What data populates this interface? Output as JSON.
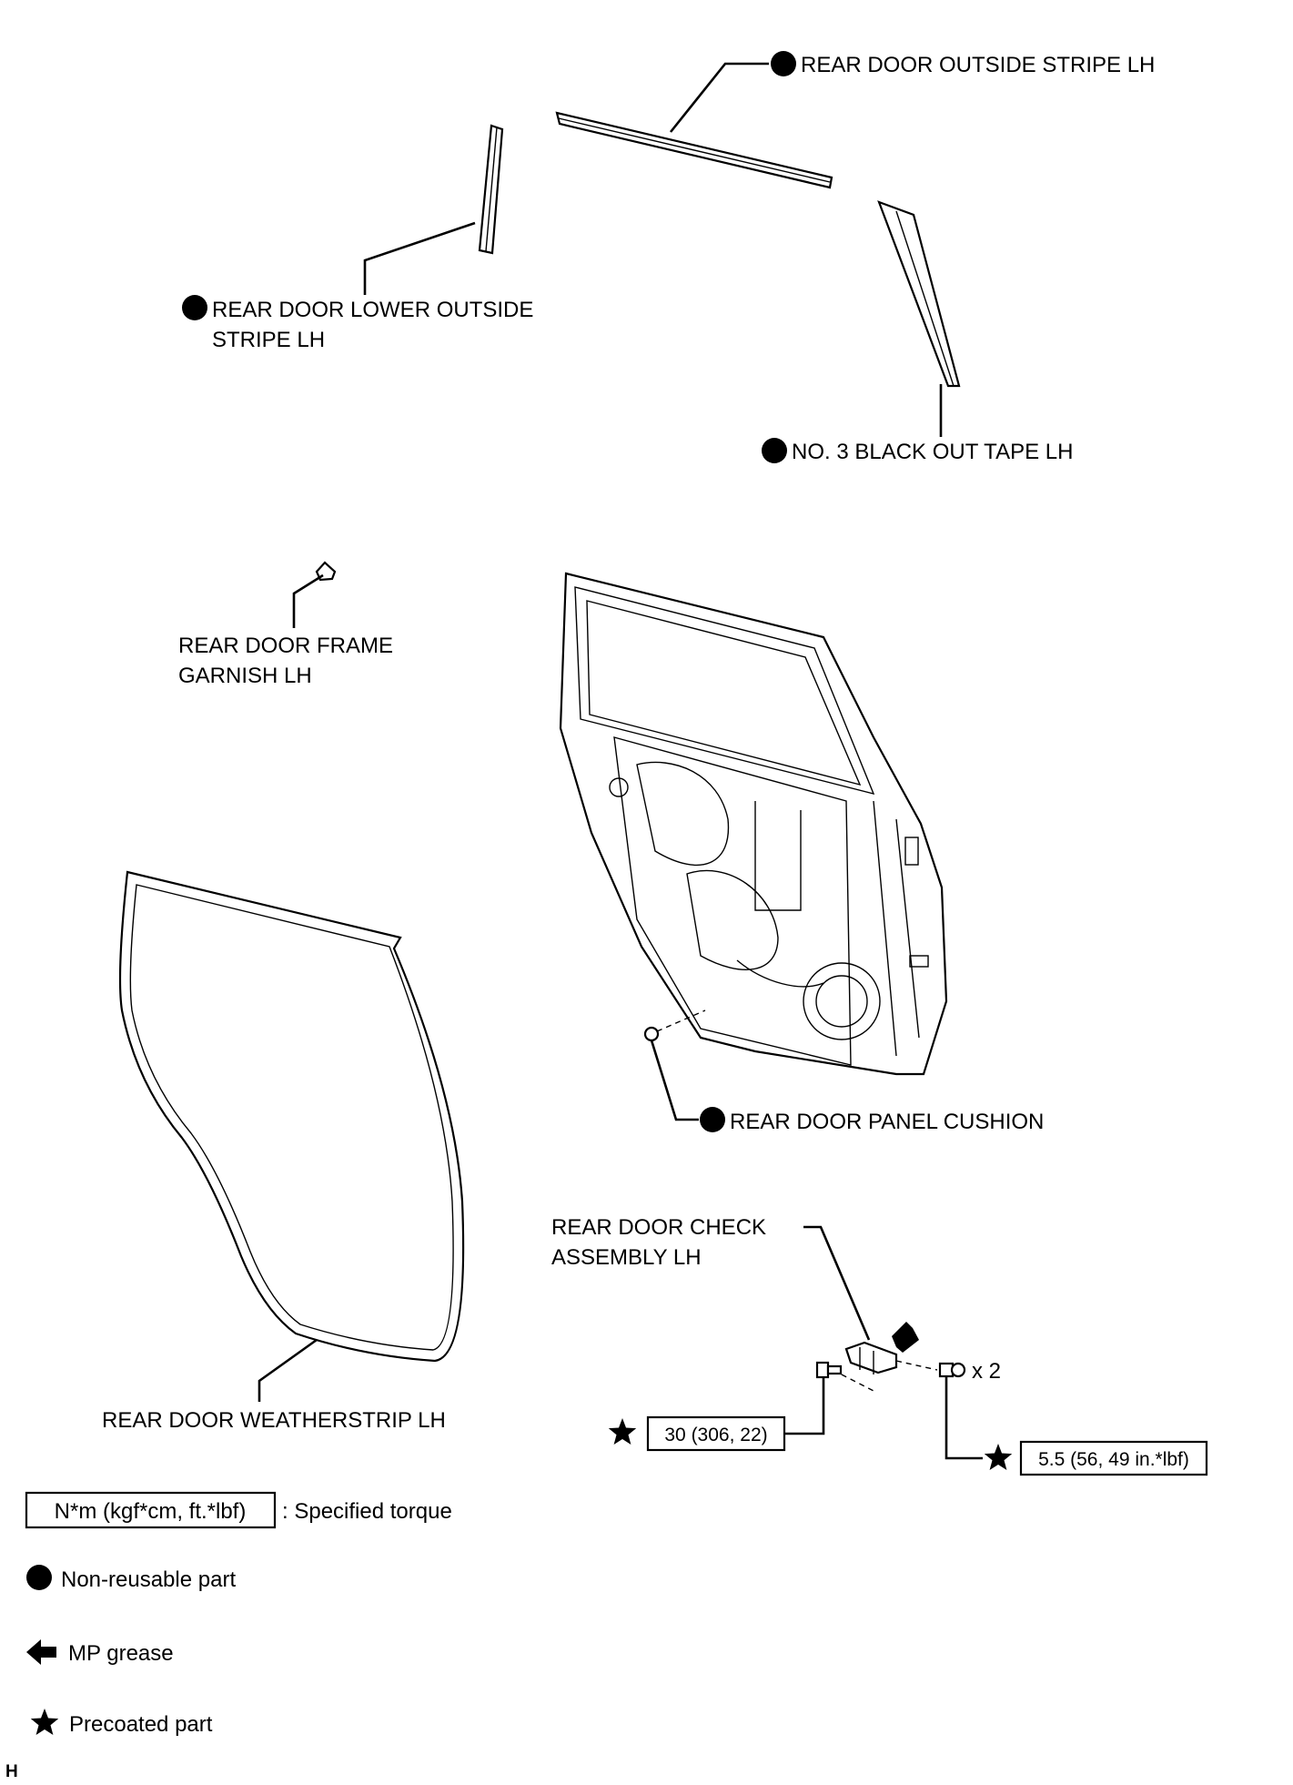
{
  "labels": {
    "outside_stripe": "REAR DOOR OUTSIDE STRIPE LH",
    "lower_outside_stripe_l1": "REAR DOOR LOWER OUTSIDE",
    "lower_outside_stripe_l2": "STRIPE LH",
    "black_out_tape": "NO. 3 BLACK OUT TAPE LH",
    "frame_garnish_l1": "REAR DOOR FRAME",
    "frame_garnish_l2": "GARNISH LH",
    "panel_cushion": "REAR DOOR PANEL CUSHION",
    "check_assembly_l1": "REAR DOOR CHECK",
    "check_assembly_l2": "ASSEMBLY LH",
    "weatherstrip": "REAR DOOR WEATHERSTRIP LH",
    "quantity": "x 2"
  },
  "torque": {
    "check_bolt": "30 (306, 22)",
    "door_bolt": "5.5 (56, 49 in.*lbf)"
  },
  "legend": {
    "torque_box": "N*m (kgf*cm, ft.*lbf)",
    "torque_text": ": Specified torque",
    "non_reusable": "Non-reusable part",
    "mp_grease": "MP grease",
    "precoated": "Precoated part"
  },
  "corner_mark": "H",
  "icons": {
    "non_reusable": "filled-circle-icon",
    "mp_grease": "left-arrow-icon",
    "precoated": "star-icon"
  }
}
